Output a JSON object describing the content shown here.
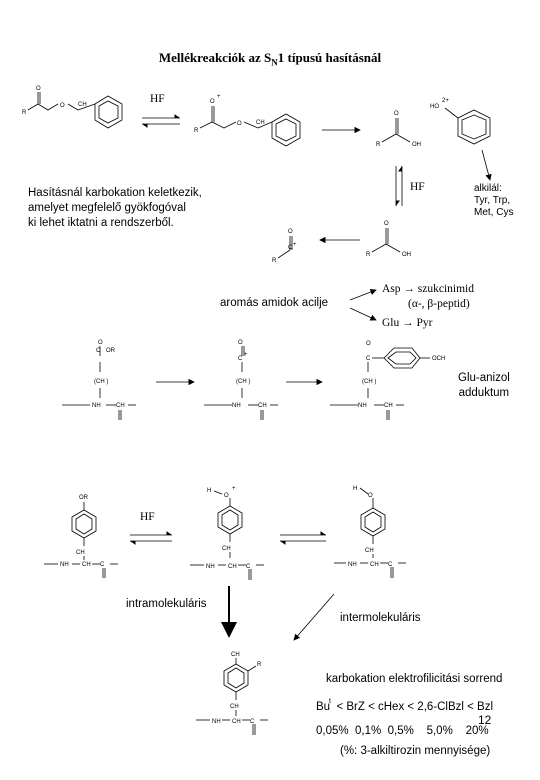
{
  "title": "Mellékreakciók az SN1 típusú hasításnál",
  "title_main": "Mellékreakciók az S",
  "title_sub": "N",
  "title_rest": "1 típusú hasításnál",
  "hf_1": "HF",
  "hf_2": "HF",
  "hf_3": "HF",
  "carbocation_note": "Hasításnál karbokation keletkezik,\namelyet megfelelő gyökfogóval\nki lehet iktatni a rendszerből.",
  "alkylates_note": "alkilál:\nTyr, Trp,\nMet, Cys",
  "aromatic_amides": "aromás amidok acilje",
  "asp_line": "Asp → szukcinimid",
  "peptide_line": "(α-, β-peptid)",
  "glu_line": "Glu → Pyr",
  "glu_anisole": "Glu-anizol\nadduktum",
  "intramolecular": "intramolekuláris",
  "intermolecular": "intermolekuláris",
  "electrophilicity_title": "karbokation elektrofilicitási sorrend",
  "electrophilicity_order": "Bu  < BrZ < cHex < 2,6-ClBzl < Bzl",
  "electrophilicity_sup": "t",
  "percentages": "0,05%  0,1%  0,5%    5,0%    20%",
  "page_number": "12",
  "footnote": "(%: 3-alkiltirozin mennyisége)",
  "chem_labels": {
    "o": "O",
    "r": "R",
    "ch2": "CH",
    "oh": "OH",
    "oh2": "OH",
    "ho": "HO",
    "nh": "NH",
    "ch": "CH",
    "c": "C",
    "or": "OR",
    "och3": "OCH",
    "ch2_2": "(CH )",
    "h": "H",
    "plus": "+",
    "twoplus": "2+"
  }
}
